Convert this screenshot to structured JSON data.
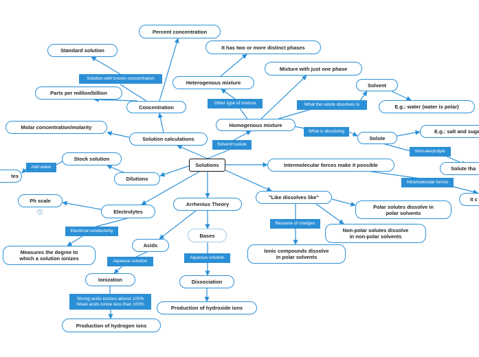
{
  "colors": {
    "accent": "#2b8fd6",
    "root_border": "#111111",
    "pale_border": "#9ecbe8",
    "text": "#222222",
    "background": "#ffffff"
  },
  "map": {
    "root": "Solutions",
    "nodes": {
      "solutions": "Solutions",
      "solution_calculations": "Solution calculations",
      "concentration": "Concentration",
      "percent_concentration": "Percent concentration",
      "standard_solution": "Standard solution",
      "parts_per_million": "Parts per million/billion",
      "molar_concentration": "Molar concentration/molarity",
      "stock_solution": "Stock solution",
      "dilutions": "Dilutions",
      "dilutions_target": "tes",
      "homogenous_mixture": "Homogenous mixture",
      "heterogenous_mixture": "Heterogenous mixture",
      "two_phases": "It has two or more distinct phases",
      "one_phase": "Mixture with just one phase",
      "solvent": "Solvent",
      "water": "E.g.: water (water is polar)",
      "solute": "Solute",
      "salt_sugar": "E.g.: salt and suga",
      "solute_that": "Solute tha",
      "intermolecular_forces": "Intermolecular forces make it possible",
      "intermolecular_target": "It c",
      "like_dissolves_like": "\"Like dissolves like\"",
      "polar_solutes": "Polar solutes dissolve in\npolar solvents",
      "nonpolar_solutes": "Non-polar solutes dissolve\nin non-polar solvents",
      "ionic_compounds": "Ionic compounds dissolve\nin polar solvents",
      "electrolytes": "Electrolytes",
      "ph_scale": "Ph scale",
      "measures_degree": "Measures the degree to\nwhich a solution ionizes",
      "arrhenius_theory": "Arrhenius Theory",
      "acids": "Acids",
      "ionization": "Ionization",
      "hydrogen_ions": "Production of hydrogen ions",
      "bases": "Bases",
      "dissociation": "Dissociation",
      "hydroxide_ions": "Production of hydroxide ions"
    },
    "labels": {
      "solution_known_concentration": "Solution with known concentration",
      "solvent_solute": "Solvent+solute",
      "add_water": "Add water",
      "other_type_of_mixture": "Other type of mixture",
      "what_solute_dissolves_in": "What the solute dissolves in",
      "what_is_dissolving": "What is dissolving",
      "non_electrolyte": "Non-electrolyte",
      "intramolecular_forces": "Intramolecular forces",
      "because_of_charges": "Because of charges",
      "electrical_conductivity": "Electrical conductivity",
      "aqueous_solution_acids": "Aqueous solution",
      "aqueous_solution_bases": "Aqueous solution",
      "strong_weak_acids": "Strong acids ionizes almost 100%\nWeak acids ionize less than 100%"
    },
    "collapse_indicator": "1"
  }
}
